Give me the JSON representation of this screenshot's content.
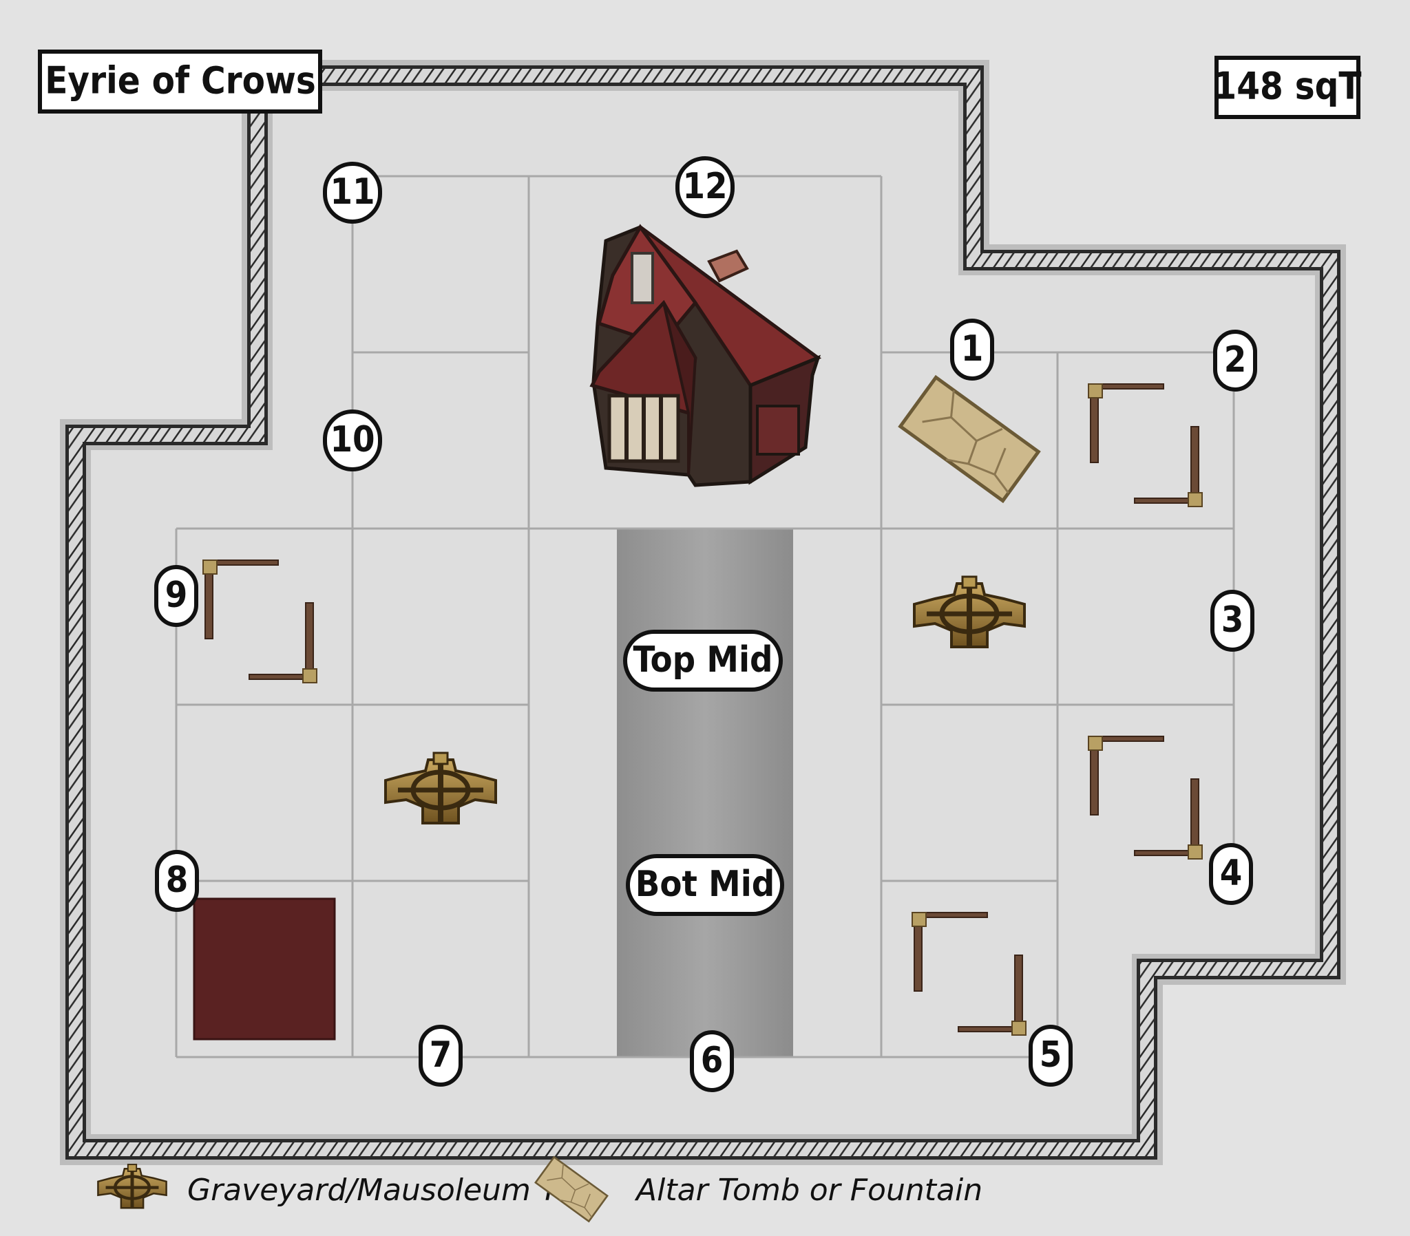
{
  "title": "Eyrie of Crows",
  "area": "148 sqT",
  "markers": [
    "1",
    "2",
    "3",
    "4",
    "5",
    "6",
    "7",
    "8",
    "9",
    "10",
    "11",
    "12"
  ],
  "lanes": {
    "top": "Top Mid",
    "bottom": "Bot Mid"
  },
  "legend": {
    "graveyard": "Graveyard/Mausoleum Tile",
    "altar": "Altar Tomb or Fountain"
  },
  "icons": [
    "house-icon",
    "altar-tomb-icon",
    "graveyard-icon",
    "corner-posts-icon",
    "red-rug-icon"
  ],
  "colors": {
    "background": "#e3e3e3",
    "floor": "#dcdcdc",
    "wall": "#2a2a2a",
    "lane": "#9a9a9a",
    "rug": "#5a2222",
    "roof": "#7a2a2a",
    "bronze": "#9a7a3a",
    "stone": "#cdb98c"
  }
}
